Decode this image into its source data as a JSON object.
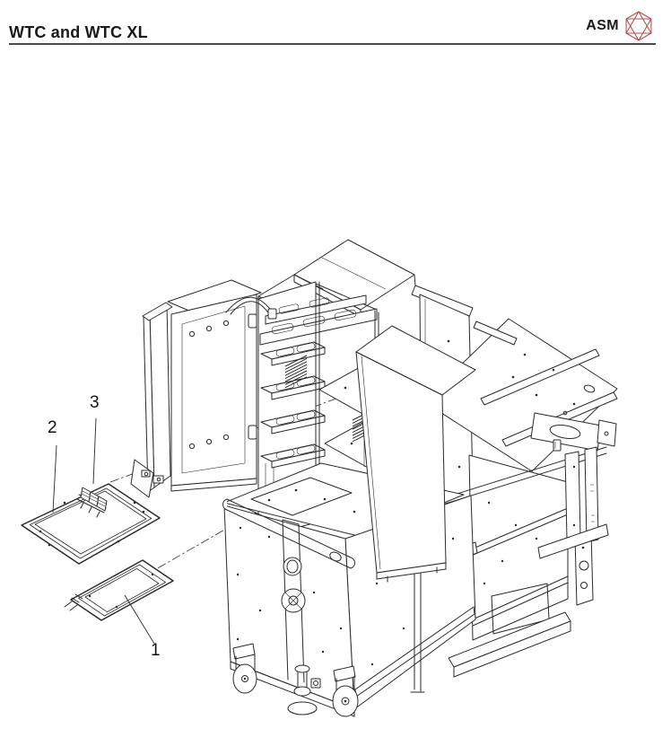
{
  "header": {
    "title": "WTC and WTC XL",
    "brand": {
      "name": "ASM",
      "logo_icon": "asm-cube-logo",
      "logo_color": "#b5524e"
    }
  },
  "figure": {
    "kind": "isometric-exploded-parts-technical-illustration",
    "callouts": [
      {
        "label": "1"
      },
      {
        "label": "2"
      },
      {
        "label": "3"
      }
    ]
  },
  "colors": {
    "line": "#2b2b2b",
    "text": "#1a1a1a",
    "rule": "#4a4a4a",
    "logo": "#b5524e",
    "background": "#ffffff"
  }
}
